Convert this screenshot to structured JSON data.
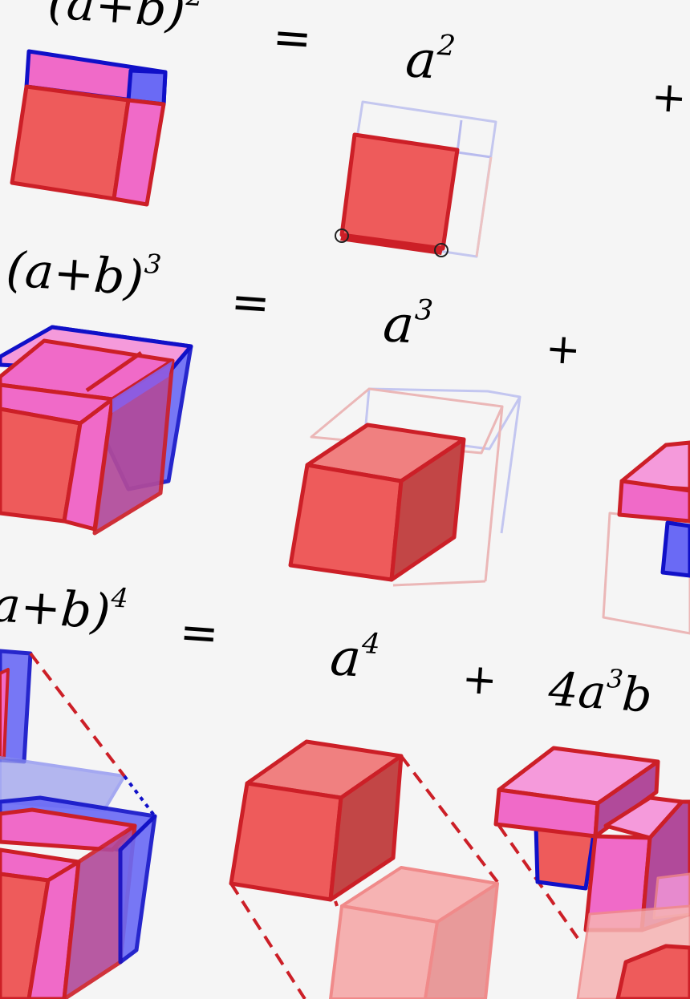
{
  "row2": {
    "lhs_base": "(a+b)",
    "lhs_exp": "2",
    "equals": "=",
    "t1_base": "a",
    "t1_exp": "2",
    "plus": "+"
  },
  "row3": {
    "lhs_base": "(a+b)",
    "lhs_exp": "3",
    "equals": "=",
    "t1_base": "a",
    "t1_exp": "3",
    "plus": "+"
  },
  "row4": {
    "lhs_base": "a+b)",
    "lhs_exp": "4",
    "equals": "=",
    "t1_base": "a",
    "t1_exp": "4",
    "plus": "+",
    "t2_coef": "4a",
    "t2_exp": "3",
    "t2_tail": "b"
  },
  "colors": {
    "a_fill": "#ee5b5b",
    "a_edge": "#cc1f27",
    "ab_fill": "#f06ac8",
    "b_fill": "#6a6af5",
    "b_edge": "#1010c8",
    "ghost_blue": "#9ea2ee",
    "ghost_red": "#e6a1a1",
    "background": "#f5f5f5"
  }
}
